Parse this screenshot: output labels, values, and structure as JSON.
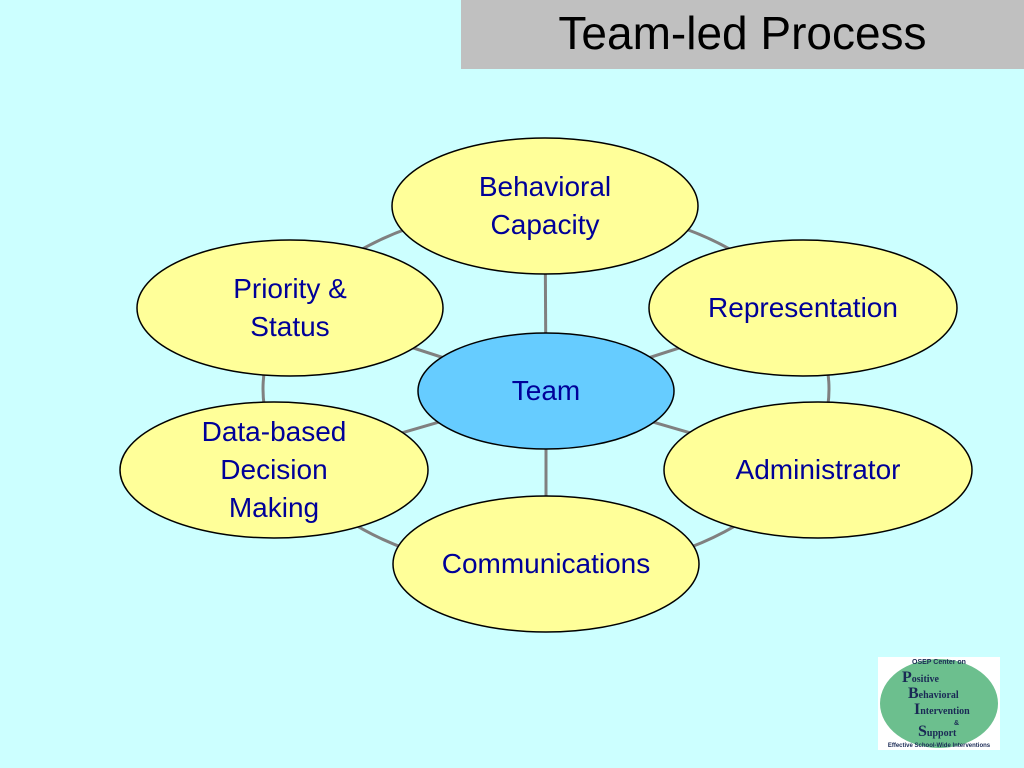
{
  "title": "Team-led Process",
  "center": {
    "label": "Team",
    "fill": "#66ccff"
  },
  "nodes": [
    {
      "id": "behavioral-capacity",
      "label": "Behavioral\nCapacity"
    },
    {
      "id": "representation",
      "label": "Representation"
    },
    {
      "id": "administrator",
      "label": "Administrator"
    },
    {
      "id": "communications",
      "label": "Communications"
    },
    {
      "id": "data-based-decision-making",
      "label": "Data-based\nDecision\nMaking"
    },
    {
      "id": "priority-status",
      "label": "Priority &\nStatus"
    }
  ],
  "node_fill": "#ffff99",
  "logo": {
    "header": "OSEP Center on",
    "words": [
      "ositive",
      "ehavioral",
      "ntervention",
      "upport"
    ],
    "initials": [
      "P",
      "B",
      "I",
      "S"
    ],
    "amp": "&",
    "footer": "Effective School-Wide Interventions"
  }
}
